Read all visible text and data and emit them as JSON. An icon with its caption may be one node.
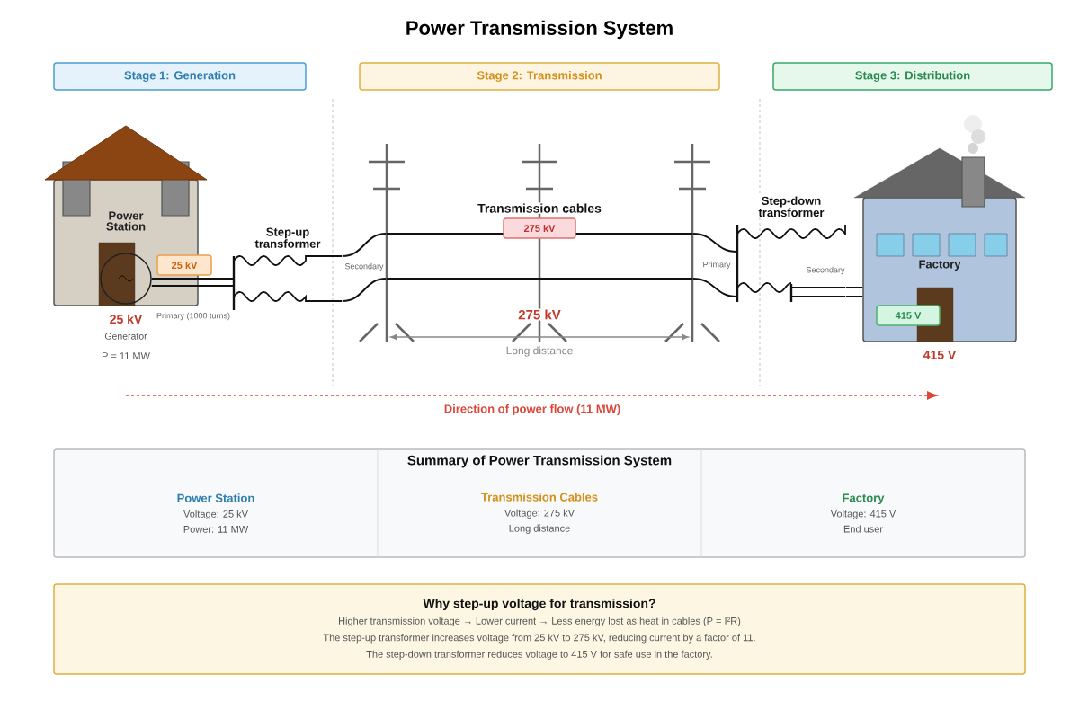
{
  "diagram": {
    "title": "Power Transmission System",
    "nodes": [
      {
        "text": [
          "Stage 1: Generation"
        ]
      },
      {
        "text": [
          "Stage 2: Transmission"
        ]
      },
      {
        "text": [
          "Stage 3: Distribution"
        ]
      },
      {
        "text": [
          "Power Station"
        ],
        "beside": [
          "25 kV",
          "Generator",
          "P = 11 MW"
        ]
      },
      {
        "text": [],
        "shape": "circle",
        "in": 3
      },
      {
        "text": [
          "25 kV"
        ]
      },
      {
        "text": [
          "Step-up transformer"
        ]
      },
      {
        "text": [
          "Transmission cables"
        ]
      },
      {
        "text": [
          "275 kV"
        ],
        "in": 7
      },
      {
        "text": [
          "Step-down transformer"
        ]
      },
      {
        "text": [
          "Factory"
        ],
        "beside": [
          "415 V"
        ]
      },
      {
        "text": [
          "415 V"
        ],
        "in": 10
      },
      {
        "text": [
          "Summary of Power Transmission System"
        ]
      },
      {
        "text": [
          "Power Station",
          "Voltage: 25 kV",
          "Power: 11 MW"
        ],
        "in": 12
      },
      {
        "text": [
          "Transmission Cables",
          "Voltage: 275 kV",
          "Long distance"
        ],
        "in": 12
      },
      {
        "text": [
          "Factory",
          "Voltage: 415 V",
          "End user"
        ],
        "in": 12
      },
      {
        "text": [
          "Why step-up voltage for transmission?",
          "Higher transmission voltage → Lower current → Less energy lost as heat in cables (P = I²R)",
          "The step-up transformer increases voltage from 25 kV to 275 kV, reducing current by a factor of 11.",
          "The step-down transformer reduces voltage to 415 V for safe use in the factory."
        ]
      }
    ],
    "edges": [
      {
        "from": 4,
        "to": 6,
        "arrow": "none"
      },
      {
        "from": 4,
        "to": 6,
        "arrow": "none"
      },
      {
        "from": 6,
        "to": 7,
        "arrow": "none"
      },
      {
        "from": 6,
        "to": 7,
        "arrow": "none"
      },
      {
        "from": 7,
        "to": 9,
        "arrow": "none"
      },
      {
        "from": 7,
        "to": 9,
        "arrow": "none"
      },
      {
        "from": 9,
        "to": 10,
        "arrow": "none"
      },
      {
        "from": 9,
        "to": 10,
        "arrow": "none"
      }
    ],
    "labels": [
      "Secondary",
      "Primary (1000 turns)",
      "275 kV",
      "Long distance",
      "Primary",
      "Secondary",
      "Direction of power flow (11 MW)"
    ]
  }
}
